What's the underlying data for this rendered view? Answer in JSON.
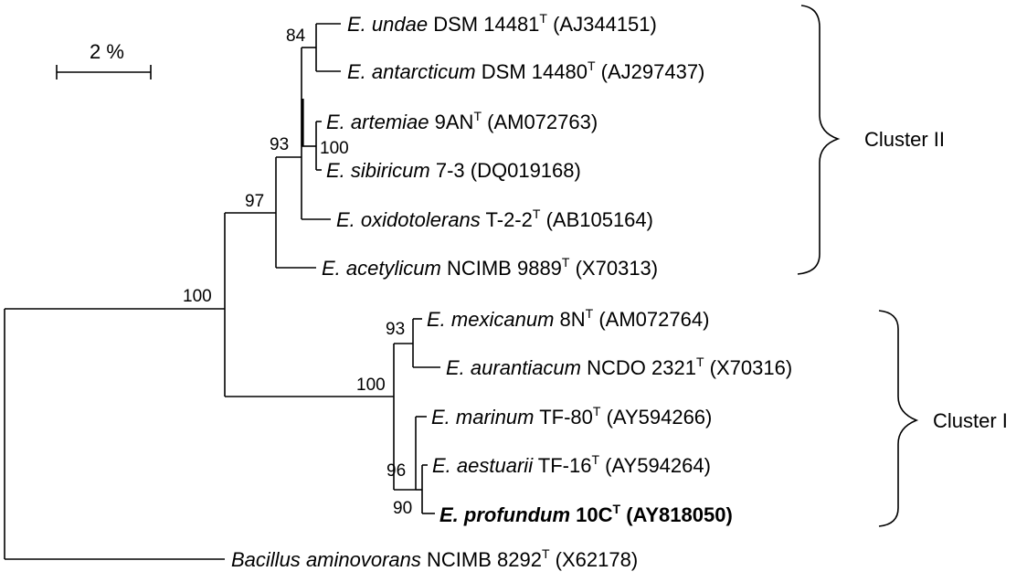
{
  "scale_bar": {
    "label": "2 %"
  },
  "taxa": [
    {
      "id": "undae",
      "genus": "E.",
      "species": "undae",
      "strain": "DSM 14481",
      "type_strain": true,
      "accession": "(AJ344151)",
      "bold": false
    },
    {
      "id": "antarcticum",
      "genus": "E.",
      "species": "antarcticum",
      "strain": "DSM 14480",
      "type_strain": true,
      "accession": "(AJ297437)",
      "bold": false
    },
    {
      "id": "artemiae",
      "genus": "E.",
      "species": "artemiae",
      "strain": "9AN",
      "type_strain": true,
      "accession": "(AM072763)",
      "bold": false
    },
    {
      "id": "sibiricum",
      "genus": "E.",
      "species": "sibiricum",
      "strain": "7-3",
      "type_strain": false,
      "accession": "(DQ019168)",
      "bold": false
    },
    {
      "id": "oxidotolerans",
      "genus": "E.",
      "species": "oxidotolerans",
      "strain": "T-2-2",
      "type_strain": true,
      "accession": "(AB105164)",
      "bold": false
    },
    {
      "id": "acetylicum",
      "genus": "E.",
      "species": "acetylicum",
      "strain": "NCIMB 9889",
      "type_strain": true,
      "accession": "(X70313)",
      "bold": false
    },
    {
      "id": "mexicanum",
      "genus": "E.",
      "species": "mexicanum",
      "strain": "8N",
      "type_strain": true,
      "accession": "(AM072764)",
      "bold": false
    },
    {
      "id": "aurantiacum",
      "genus": "E.",
      "species": "aurantiacum",
      "strain": "NCDO 2321",
      "type_strain": true,
      "accession": "(X70316)",
      "bold": false
    },
    {
      "id": "marinum",
      "genus": "E.",
      "species": "marinum",
      "strain": "TF-80",
      "type_strain": true,
      "accession": "(AY594266)",
      "bold": false
    },
    {
      "id": "aestuarii",
      "genus": "E.",
      "species": "aestuarii",
      "strain": "TF-16",
      "type_strain": true,
      "accession": "(AY594264)",
      "bold": false
    },
    {
      "id": "profundum",
      "genus": "E.",
      "species": "profundum",
      "strain": "10C",
      "type_strain": true,
      "accession": "(AY818050)",
      "bold": true
    },
    {
      "id": "bacillus",
      "genus": "Bacillus",
      "species": "aminovorans",
      "strain": "NCIMB 8292",
      "type_strain": true,
      "accession": "(X62178)",
      "bold": false
    }
  ],
  "type_superscript": "T",
  "bootstrap": {
    "n84": "84",
    "n100_artemiae": "100",
    "n93_top": "93",
    "n97": "97",
    "n100_root": "100",
    "n93_mex": "93",
    "n100_cluster1": "100",
    "n96": "96",
    "n90": "90"
  },
  "clusters": {
    "cluster2": "Cluster II",
    "cluster1": "Cluster I"
  }
}
